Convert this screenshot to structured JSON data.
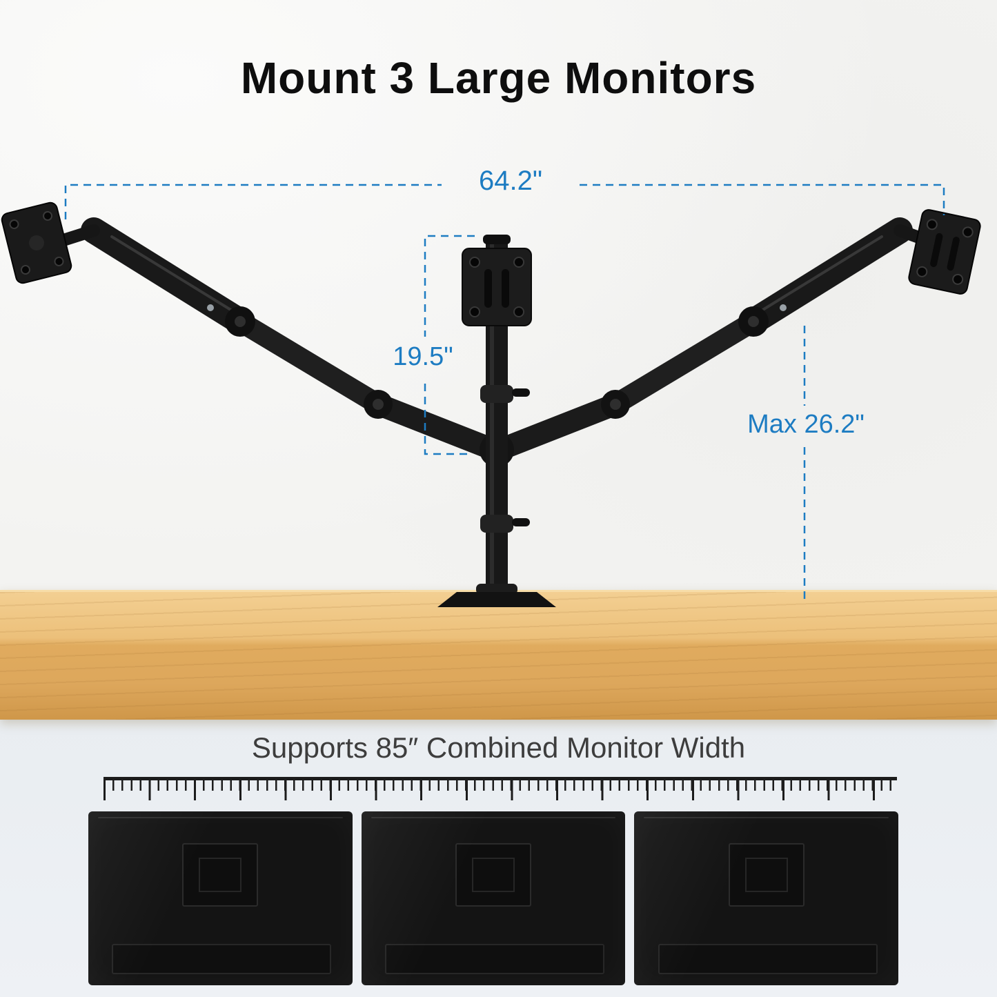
{
  "title": "Mount 3 Large Monitors",
  "annotations": {
    "width": "64.2\"",
    "height": "19.5\"",
    "max_reach": "Max 26.2\""
  },
  "caption": "Supports 85″ Combined Monitor Width",
  "monitor_count": 3,
  "colors": {
    "accent_blue": "#1d7cc2",
    "title_color": "#0e0e0e",
    "arm_black": "#1a1a1a",
    "desk_wood": "#e9bc77",
    "wall": "#f3f3f1",
    "lower_background": "#e9edf1",
    "monitor_black": "#141414"
  }
}
